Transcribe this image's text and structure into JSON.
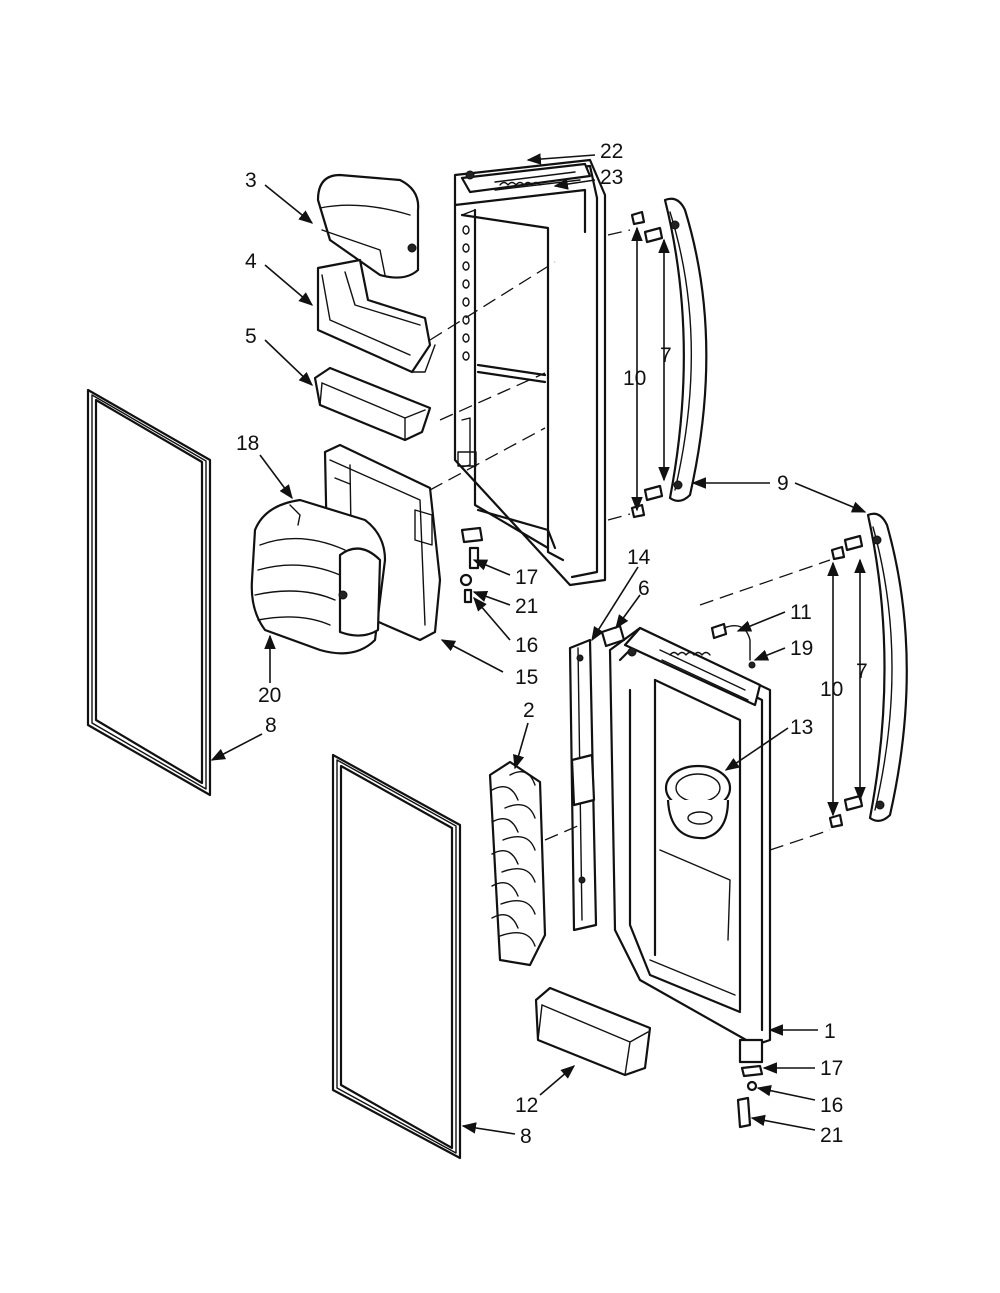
{
  "callouts": {
    "c1": "1",
    "c2": "2",
    "c3": "3",
    "c4": "4",
    "c5": "5",
    "c6": "6",
    "c7a": "7",
    "c7b": "7",
    "c8a": "8",
    "c8b": "8",
    "c9": "9",
    "c10a": "10",
    "c10b": "10",
    "c11": "11",
    "c12": "12",
    "c13": "13",
    "c14": "14",
    "c15": "15",
    "c16a": "16",
    "c16b": "16",
    "c17a": "17",
    "c17b": "17",
    "c18": "18",
    "c19": "19",
    "c20": "20",
    "c21a": "21",
    "c21b": "21",
    "c22": "22",
    "c23": "23"
  }
}
